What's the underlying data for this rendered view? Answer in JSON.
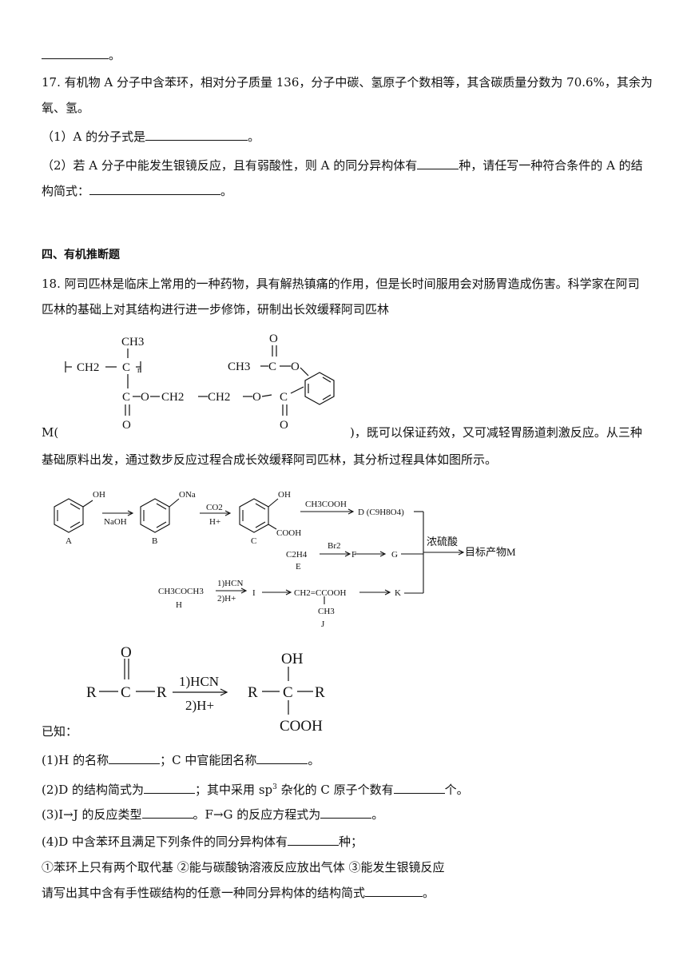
{
  "top_tail": "。",
  "q17": {
    "stem_line1": "17. 有机物 A 分子中含苯环，相对分子质量 136，分子中碳、氢原子个数相等，其含碳质量分数为 70.6%，其余为",
    "stem_line2": "氧、氢。",
    "p1_prefix": "（1）A 的分子式是",
    "p1_suffix": "。",
    "p2_line1_prefix": "（2）若 A 分子中能发生银镜反应，且有弱酸性，则 A 的同分异构体有",
    "p2_line1_suffix": "种，请任写一种符合条件的 A 的结",
    "p2_line2_prefix": "构简式：",
    "p2_line2_suffix": "。"
  },
  "section4": {
    "title": "四、有机推断题"
  },
  "q18": {
    "stem_line1": "18. 阿司匹林是临床上常用的一种药物，具有解热镇痛的作用，但是长时间服用会对肠胃造成伤害。科学家在阿司",
    "stem_line2": "匹林的基础上对其结构进行进一步修饰，研制出长效缓释阿司匹林",
    "m_prefix": "M(",
    "m_suffix": ")，既可以保证药效，又可减轻胃肠道刺激反应。从三种",
    "stem_line4": "基础原料出发，通过数步反应过程合成长效缓释阿司匹林，其分析过程具体如图所示。",
    "known": "已知：",
    "q1_a": "(1)H 的名称",
    "q1_b": "；C 中官能团名称",
    "q1_c": "。",
    "q2_a": "(2)D 的结构简式为",
    "q2_b": "；其中采用 sp",
    "q2_sup": "3",
    "q2_c": " 杂化的 C 原子个数有",
    "q2_d": "个。",
    "q3_a": "(3)I→J 的反应类型",
    "q3_b": "。F→G 的反应方程式为",
    "q3_c": "。",
    "q4_a": "(4)D 中含苯环且满足下列条件的同分异构体有",
    "q4_b": "种；",
    "conditions": "①苯环上只有两个取代基  ②能与碳酸钠溶液反应放出气体  ③能发生银镜反应",
    "last_a": "请写出其中含有手性碳结构的任意一种同分异构体的结构简式",
    "last_b": "。"
  },
  "structure_m": {
    "ch3_top": "CH3",
    "ch2": "CH2",
    "c": "C",
    "n": "n",
    "ch3_ester": "CH3",
    "c2": "C",
    "o_link": "O",
    "o_carbonyl_top": "O",
    "c_ester": "C",
    "o1": "O",
    "ch2_a": "CH2",
    "ch2_b": "CH2",
    "o2": "O",
    "c_benz": "C",
    "o_bottom1": "O",
    "o_bottom2": "O"
  },
  "scheme": {
    "A": "A",
    "B": "B",
    "C": "C",
    "OH_a": "OH",
    "ONa": "ONa",
    "OH_c": "OH",
    "COOH_c": "COOH",
    "naoh": "NaOH",
    "co2": "CO2",
    "h_plus": "H+",
    "ch3cooh": "CH3COOH",
    "D": "D (C9H8O4)",
    "c2h4": "C2H4",
    "E": "E",
    "br2": "Br2",
    "F": "F",
    "G": "G",
    "h2so4": "浓硫酸",
    "target": "目标产物M",
    "ch3coch3": "CH3COCH3",
    "H": "H",
    "hcn1": "1)HCN",
    "hplus2": "2)H+",
    "I": "I",
    "J_struct": "CH2=CCOOH",
    "J_ch3": "CH3",
    "J": "J",
    "K": "K"
  },
  "known_rxn": {
    "O": "O",
    "R1": "R",
    "C1": "C",
    "R2": "R",
    "reagent1": "1)HCN",
    "reagent2": "2)H+",
    "OH": "OH",
    "R3": "R",
    "C2": "C",
    "R4": "R",
    "COOH": "COOH"
  }
}
